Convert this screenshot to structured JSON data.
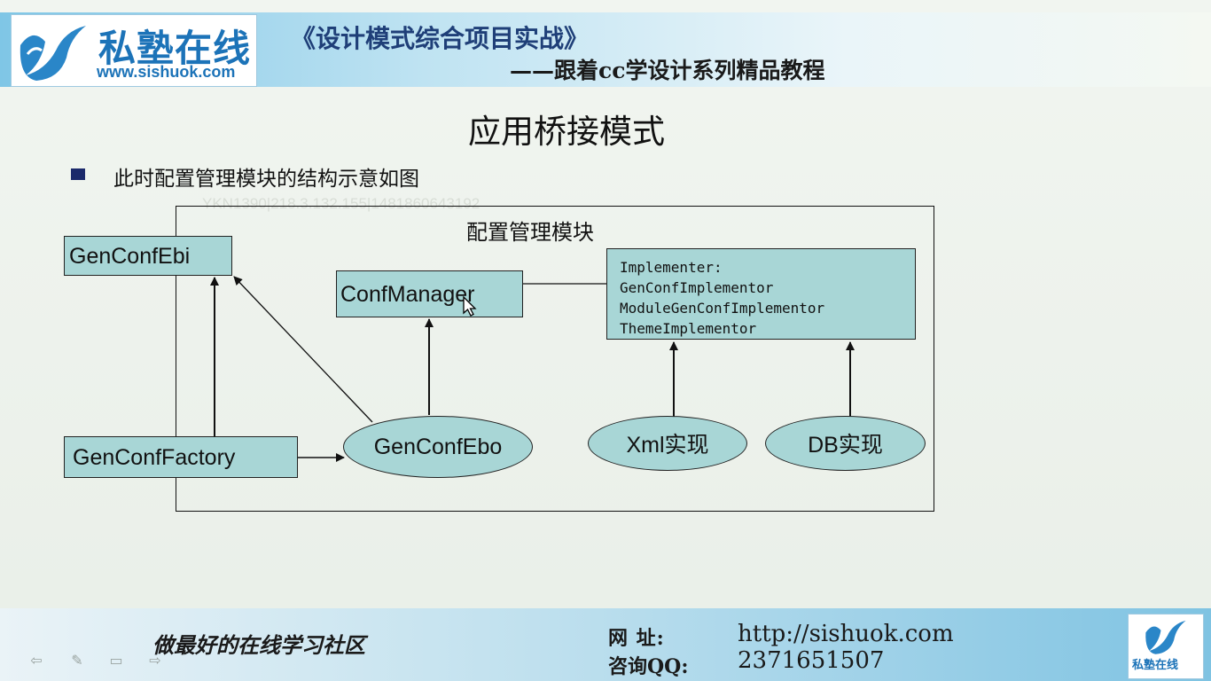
{
  "header": {
    "logo_text": "私塾在线",
    "logo_url": "www.sishuok.com",
    "course_title": "《设计模式综合项目实战》",
    "course_subtitle": "——跟着cc学设计系列精品教程"
  },
  "slide": {
    "title": "应用桥接模式",
    "bullet": "此时配置管理模块的结构示意如图",
    "watermark": "YKN1390|218.3.132.155|1481860643192"
  },
  "diagram": {
    "module_label": "配置管理模块",
    "nodes": {
      "gen_conf_ebi": "GenConfEbi",
      "conf_manager": "ConfManager",
      "gen_conf_factory": "GenConfFactory",
      "gen_conf_ebo": "GenConfEbo",
      "xml_impl": "Xml实现",
      "db_impl": "DB实现"
    },
    "implementer_lines": [
      "Implementer:",
      "GenConfImplementor",
      "ModuleGenConfImplementor",
      "ThemeImplementor"
    ],
    "colors": {
      "node_fill": "#a8d6d6",
      "border": "#222222"
    }
  },
  "footer": {
    "slogan": "做最好的在线学习社区",
    "site_label": "网  址:",
    "site_value": "http://sishuok.com",
    "qq_label": "咨询QQ:",
    "qq_value": "2371651507",
    "mini_logo_text": "私塾在线"
  },
  "nav": {
    "icons": [
      "back-arrow-icon",
      "pen-icon",
      "menu-icon",
      "forward-arrow-icon"
    ]
  }
}
